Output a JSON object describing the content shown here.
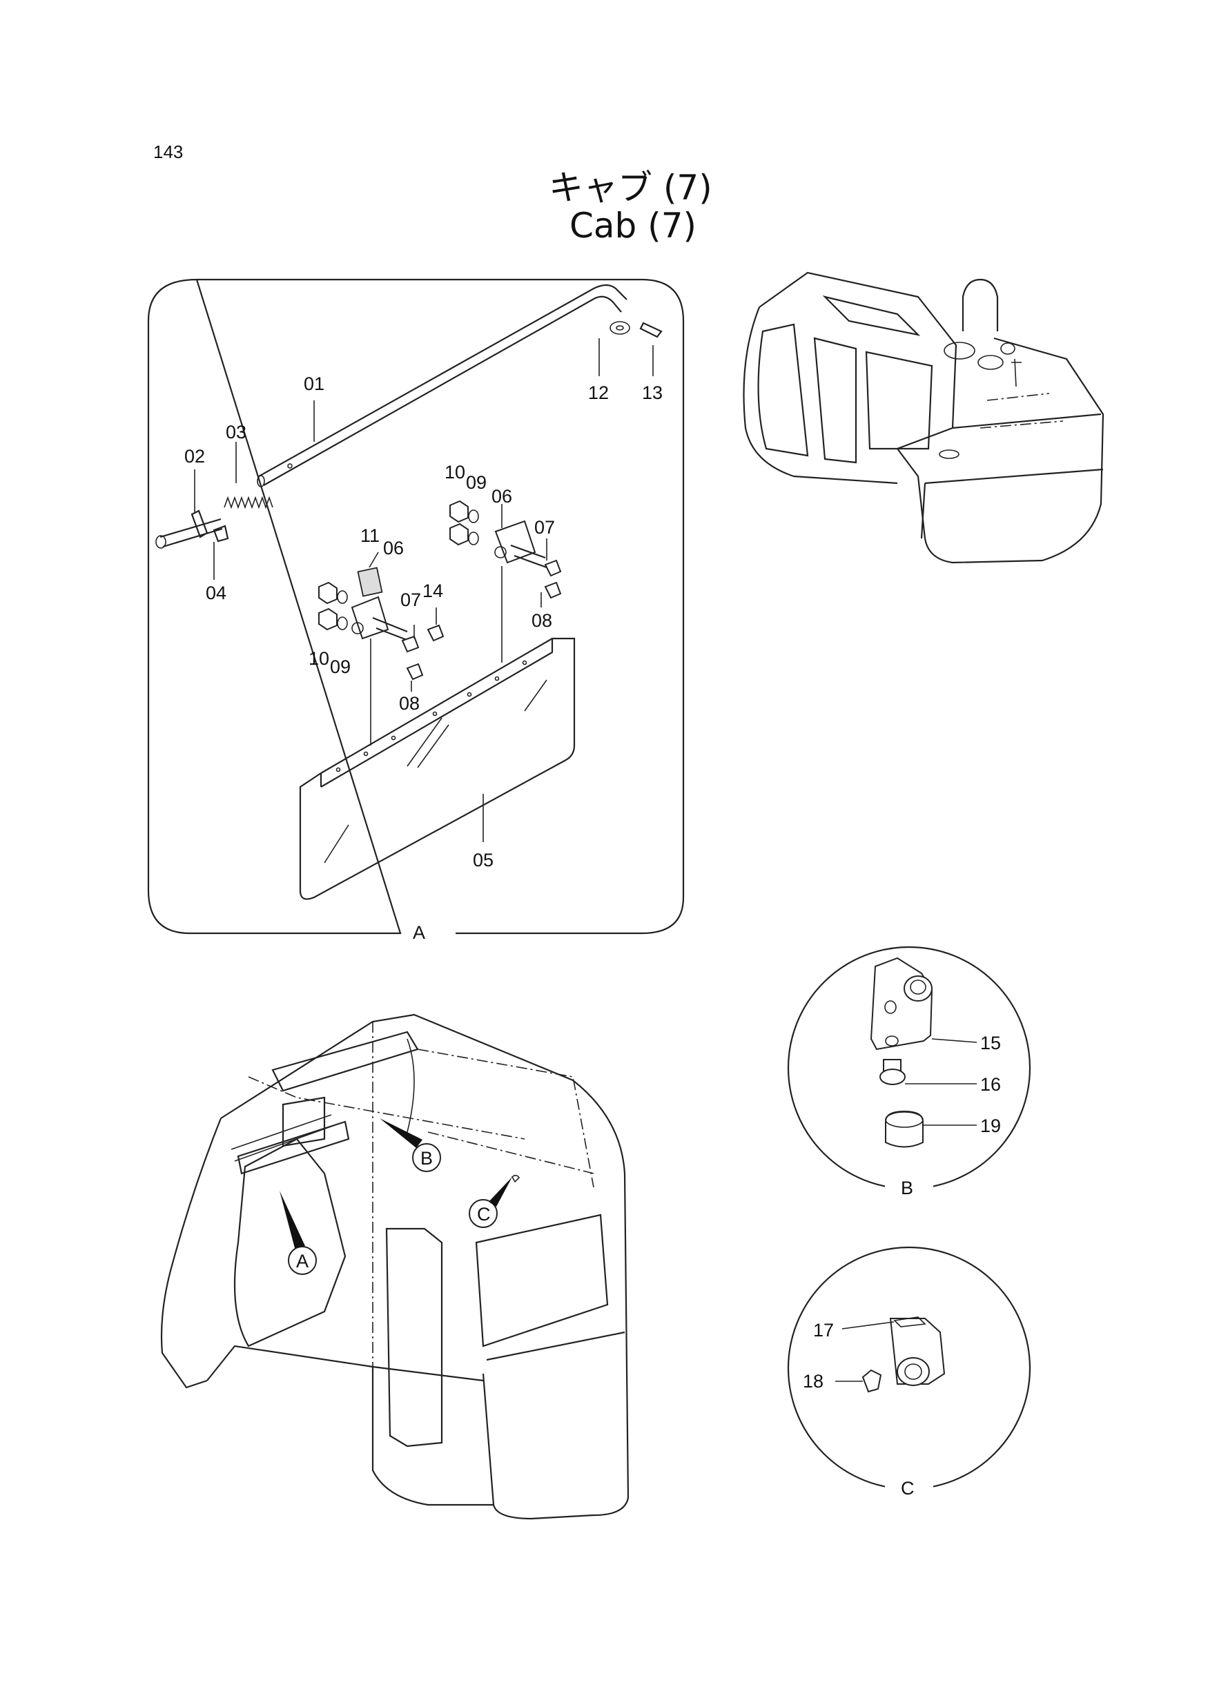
{
  "page_number": "143",
  "title_jp": "キャブ (7)",
  "title_en": "Cab (7)",
  "detail_a": {
    "letter": "A",
    "callouts": {
      "c01": "01",
      "c02": "02",
      "c03": "03",
      "c04": "04",
      "c05": "05",
      "c06a": "06",
      "c06b": "06",
      "c07a": "07",
      "c07b": "07",
      "c08a": "08",
      "c08b": "08",
      "c09a": "09",
      "c09b": "09",
      "c10a": "10",
      "c10b": "10",
      "c11": "11",
      "c12": "12",
      "c13": "13",
      "c14": "14"
    }
  },
  "detail_b": {
    "letter": "B",
    "callouts": {
      "c15": "15",
      "c16": "16",
      "c19": "19"
    }
  },
  "detail_c": {
    "letter": "C",
    "callouts": {
      "c17": "17",
      "c18": "18"
    }
  },
  "cab_markers": {
    "a": "A",
    "b": "B",
    "c": "C"
  }
}
